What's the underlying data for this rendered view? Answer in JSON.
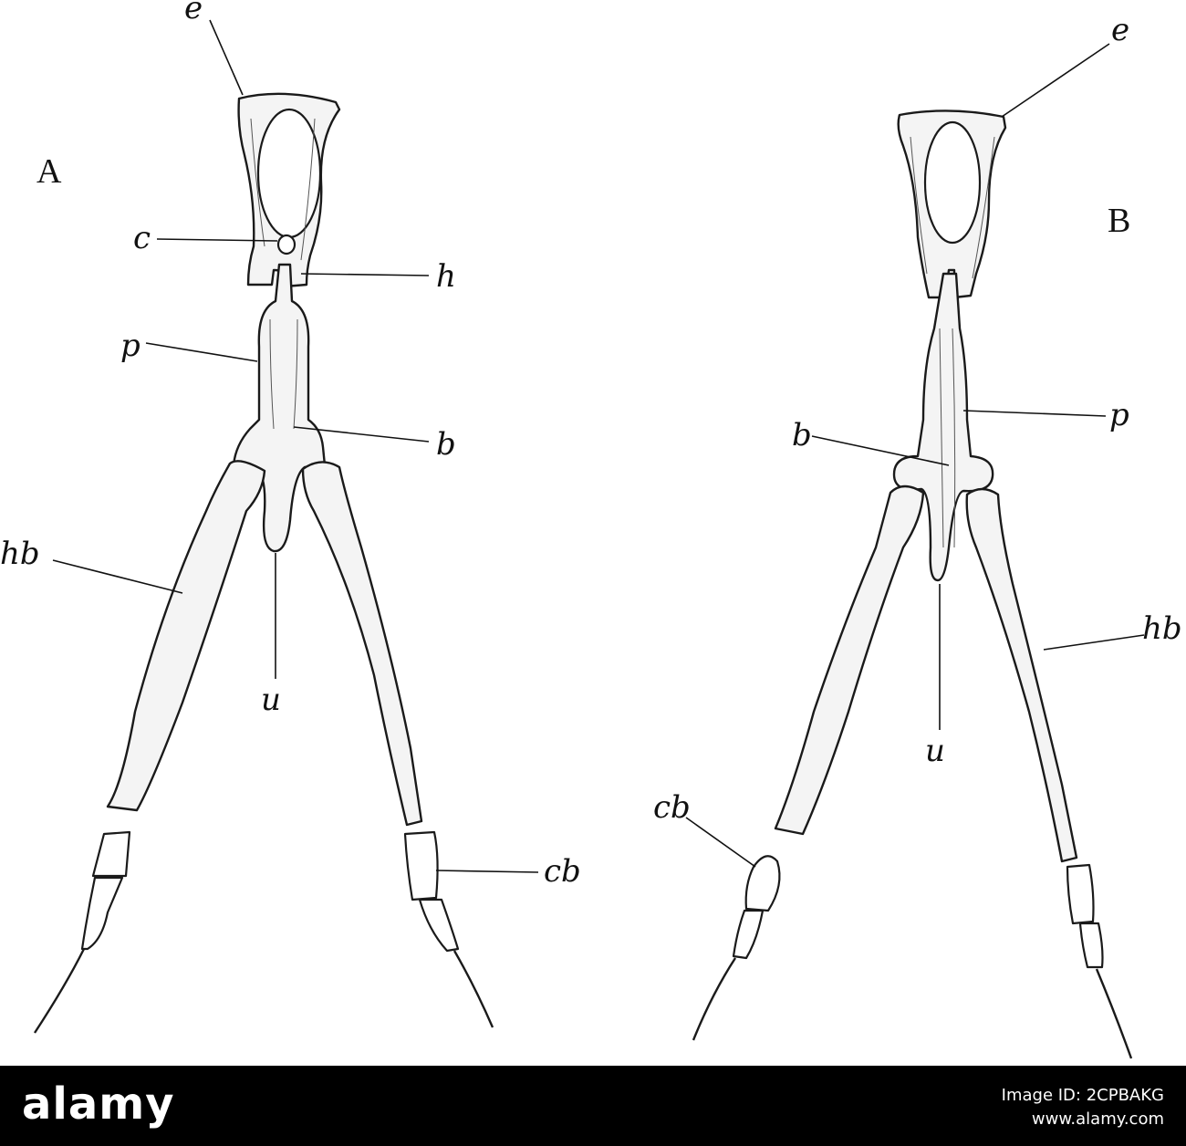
{
  "panels": {
    "a": "A",
    "b": "B"
  },
  "labels": {
    "a_e": "e",
    "a_c": "c",
    "a_h": "h",
    "a_p": "p",
    "a_b": "b",
    "a_hb": "hb",
    "a_u": "u",
    "a_cb": "cb",
    "b_e": "e",
    "b_b": "b",
    "b_p": "p",
    "b_hb": "hb",
    "b_u": "u",
    "b_cb": "cb"
  },
  "watermark": {
    "logo": "alamy",
    "image_id": "Image ID: 2CPBAKG",
    "url": "www.alamy.com"
  },
  "colors": {
    "ink": "#1a1a1a",
    "paper": "#ffffff",
    "banner": "#000000"
  }
}
